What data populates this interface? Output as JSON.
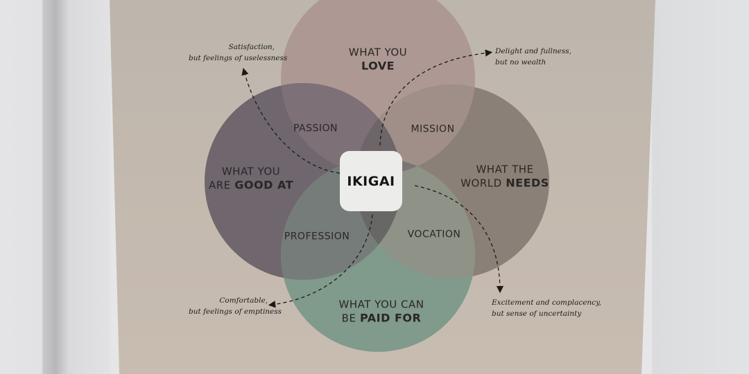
{
  "scene": {
    "description": "Painted Ikigai Venn diagram canvas hanging on a wall",
    "colors": {
      "wall": "#e4e4e6",
      "canvas": "#c2b8ad",
      "love_circle": "#ad9893",
      "good_at_circle": "#6f666e",
      "world_needs_circle": "#8a8077",
      "paid_for_circle": "#7f9789",
      "center_box": "#ececea",
      "text": "#2a2626"
    }
  },
  "center": {
    "label": "IKIGAI"
  },
  "circles": {
    "love": {
      "line1": "WHAT YOU",
      "line2_bold": "LOVE"
    },
    "good_at": {
      "line1": "WHAT YOU",
      "line2_thin": "ARE",
      "line2_bold": "GOOD AT"
    },
    "world_needs": {
      "line1": "WHAT THE",
      "line2_thin": "WORLD",
      "line2_bold": "NEEDS"
    },
    "paid_for": {
      "line1": "WHAT YOU CAN",
      "line2_thin": "BE",
      "line2_bold": "PAID FOR"
    }
  },
  "overlaps": {
    "passion": "PASSION",
    "mission": "MISSION",
    "profession": "PROFESSION",
    "vocation": "VOCATION"
  },
  "notes": {
    "top_left": {
      "line1": "Satisfaction,",
      "line2": "but feelings of uselessness"
    },
    "top_right": {
      "line1": "Delight and fullness,",
      "line2": "but no wealth"
    },
    "bottom_left": {
      "line1": "Comfortable,",
      "line2": "but feelings of emptiness"
    },
    "bottom_right": {
      "line1": "Excitement and complacency,",
      "line2": "but sense of uncertainty"
    }
  }
}
